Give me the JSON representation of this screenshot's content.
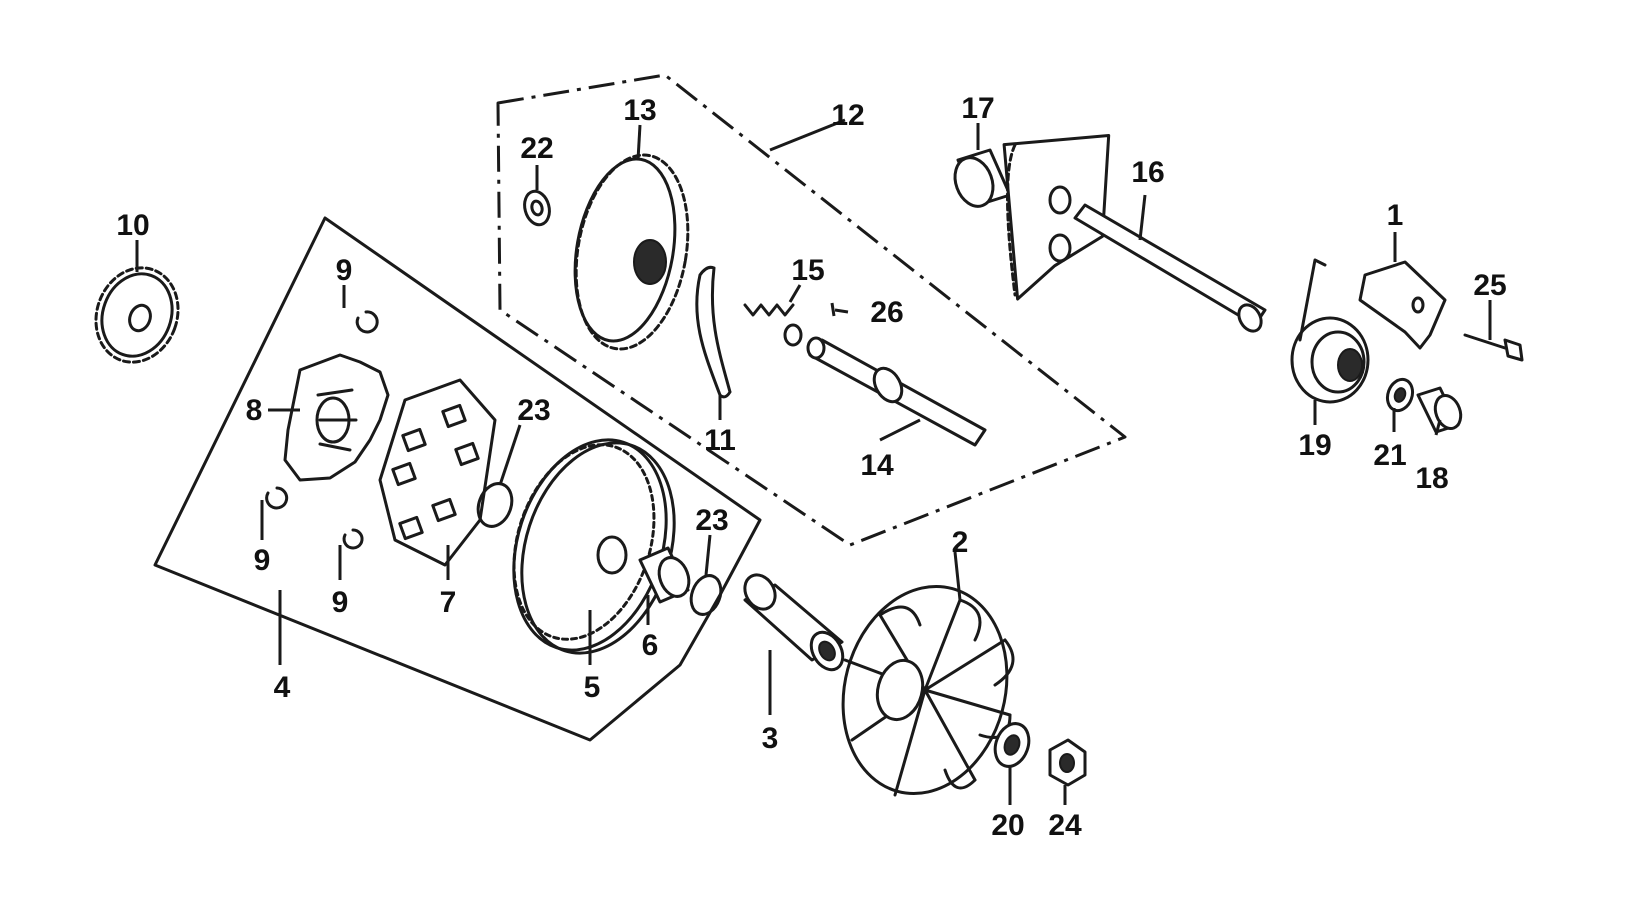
{
  "callouts": {
    "p1": "1",
    "p2": "2",
    "p3": "3",
    "p4": "4",
    "p5": "5",
    "p6": "6",
    "p7": "7",
    "p8": "8",
    "p9a": "9",
    "p9b": "9",
    "p9c": "9",
    "p10": "10",
    "p11": "11",
    "p12": "12",
    "p13": "13",
    "p14": "14",
    "p15": "15",
    "p16": "16",
    "p17": "17",
    "p18": "18",
    "p19": "19",
    "p20": "20",
    "p21": "21",
    "p22": "22",
    "p23a": "23",
    "p23b": "23",
    "p24": "24",
    "p25": "25",
    "p26": "26"
  }
}
